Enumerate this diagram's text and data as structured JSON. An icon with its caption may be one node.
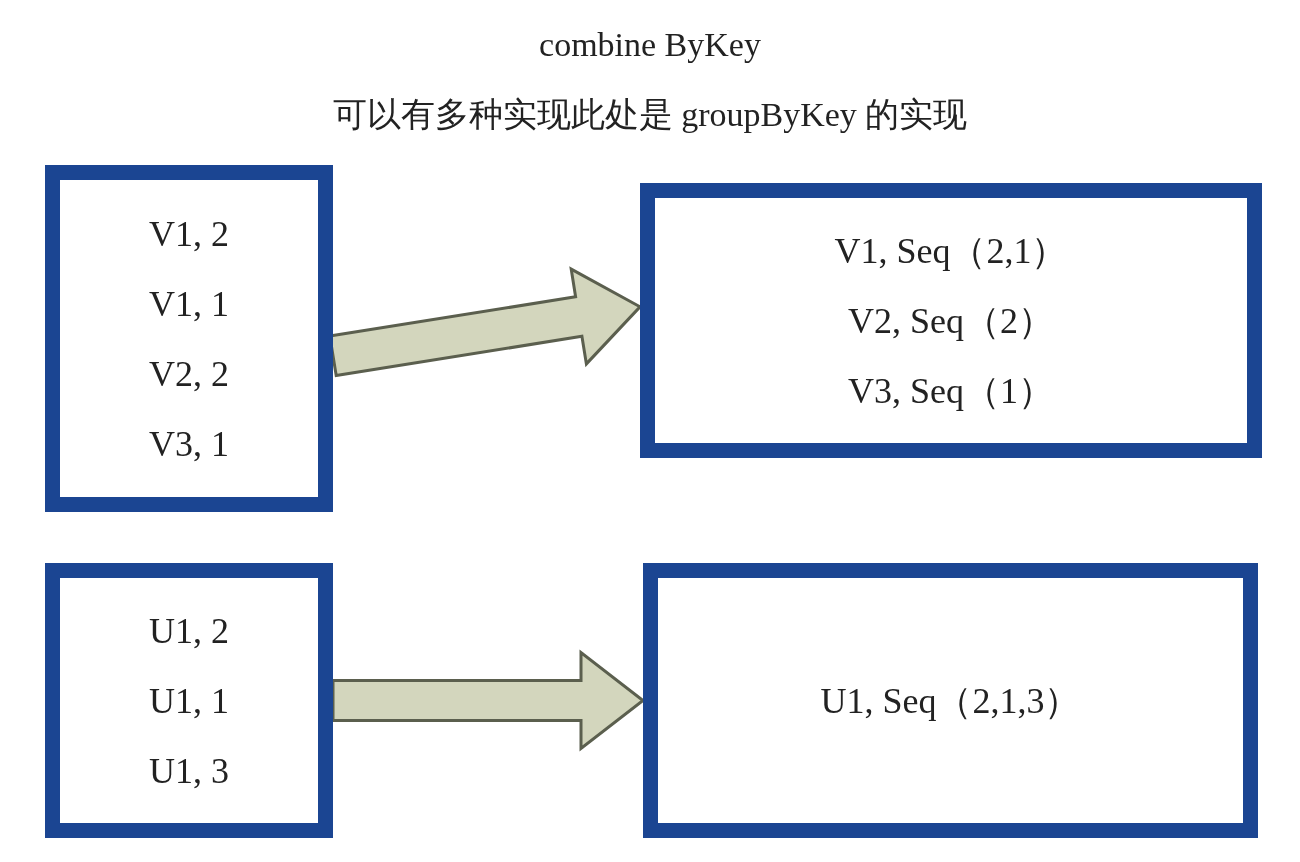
{
  "diagram": {
    "title": "combine ByKey",
    "nodes": [
      {
        "text": [
          "V1, 2",
          "V1, 1",
          "V2, 2",
          "V3, 1"
        ]
      },
      {
        "text": [
          "V1, Seq（2,1）",
          "V2, Seq（2）",
          "V3, Seq（1）"
        ]
      },
      {
        "text": [
          "U1, 2",
          "U1, 1",
          "U1, 3"
        ]
      },
      {
        "text": [
          "U1, Seq（2,1,3）"
        ]
      }
    ],
    "edges": [
      {
        "from": 0,
        "to": 1,
        "arrow": "to"
      },
      {
        "from": 2,
        "to": 3,
        "arrow": "to"
      }
    ],
    "labels": [
      "可以有多种实现此处是 groupByKey 的实现"
    ]
  }
}
